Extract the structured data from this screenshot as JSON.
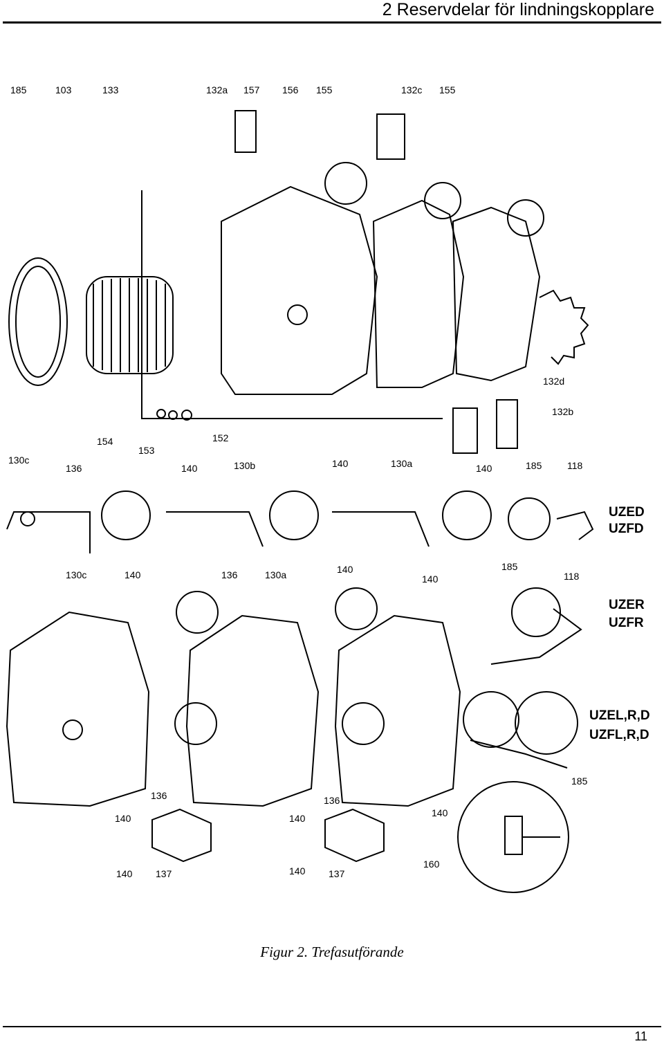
{
  "header": {
    "title": "2 Reservdelar för lindningskopplare"
  },
  "figure": {
    "callouts_top": [
      "185",
      "103",
      "133",
      "132a",
      "157",
      "156",
      "155",
      "132c",
      "155"
    ],
    "callouts_mid": [
      "132d",
      "132b",
      "154",
      "153",
      "152"
    ],
    "callouts_row1": [
      "130c",
      "136",
      "140",
      "130b",
      "140",
      "130a",
      "140",
      "185",
      "118"
    ],
    "callouts_row2": [
      "130c",
      "140",
      "136",
      "130a",
      "140",
      "140",
      "185",
      "118"
    ],
    "callouts_bottom": [
      "185",
      "136",
      "140",
      "136",
      "140",
      "140",
      "140",
      "137",
      "140",
      "137",
      "160"
    ],
    "models": [
      "UZED",
      "UZFD",
      "UZER",
      "UZFR",
      "UZEL,R,D",
      "UZFL,R,D"
    ]
  },
  "caption": "Figur 2. Trefasutförande",
  "page_number": "11"
}
